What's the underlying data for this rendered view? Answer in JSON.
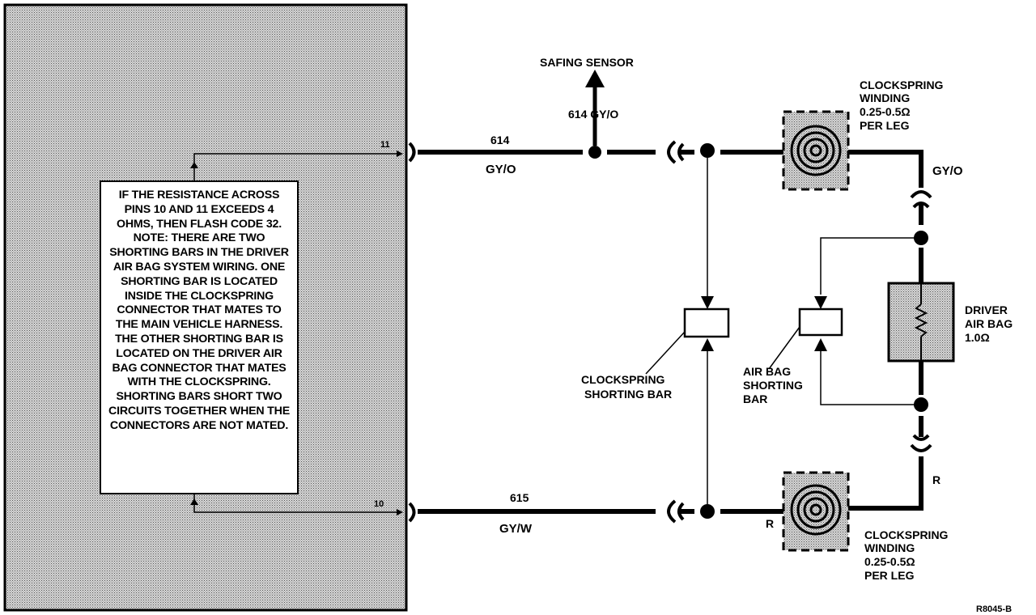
{
  "module_note": "IF THE RESISTANCE ACROSS PINS 10 AND 11 EXCEEDS 4 OHMS, THEN FLASH CODE 32. NOTE: THERE ARE TWO SHORTING BARS IN THE DRIVER AIR BAG SYSTEM WIRING. ONE SHORTING BAR IS LOCATED INSIDE THE CLOCKSPRING CONNECTOR THAT MATES TO THE MAIN VEHICLE HARNESS. THE OTHER SHORTING BAR IS LOCATED ON THE DRIVER AIR BAG CONNECTOR THAT MATES WITH THE CLOCKSPRING. SHORTING BARS SHORT TWO CIRCUITS TOGETHER WHEN THE CONNECTORS ARE NOT MATED.",
  "pins": {
    "top": "11",
    "bottom": "10"
  },
  "wires": {
    "top_circuit": "614",
    "top_color": "GY/O",
    "bottom_circuit": "615",
    "bottom_color": "GY/W",
    "safing_tap": "614  GY/O",
    "right_top_color": "GY/O",
    "right_bottom_color": "R",
    "clockspring_bottom_color": "R"
  },
  "safing_sensor": "SAFING SENSOR",
  "clockspring_top": {
    "line1": "CLOCKSPRING",
    "line2": "WINDING",
    "line3": "0.25-0.5Ω",
    "line4": "PER LEG"
  },
  "clockspring_bottom": {
    "line1": "CLOCKSPRING",
    "line2": "WINDING",
    "line3": "0.25-0.5Ω",
    "line4": "PER LEG"
  },
  "clockspring_shorting_bar": {
    "line1": "CLOCKSPRING",
    "line2": "SHORTING BAR"
  },
  "airbag_shorting_bar": {
    "line1": "AIR BAG",
    "line2": "SHORTING",
    "line3": "BAR"
  },
  "driver_air_bag": {
    "line1": "DRIVER",
    "line2": "AIR BAG",
    "line3": "1.0Ω"
  },
  "figure_id": "R8045-B",
  "colors": {
    "ink": "#000000",
    "shade": "#bdbdbd",
    "paper": "#ffffff"
  }
}
